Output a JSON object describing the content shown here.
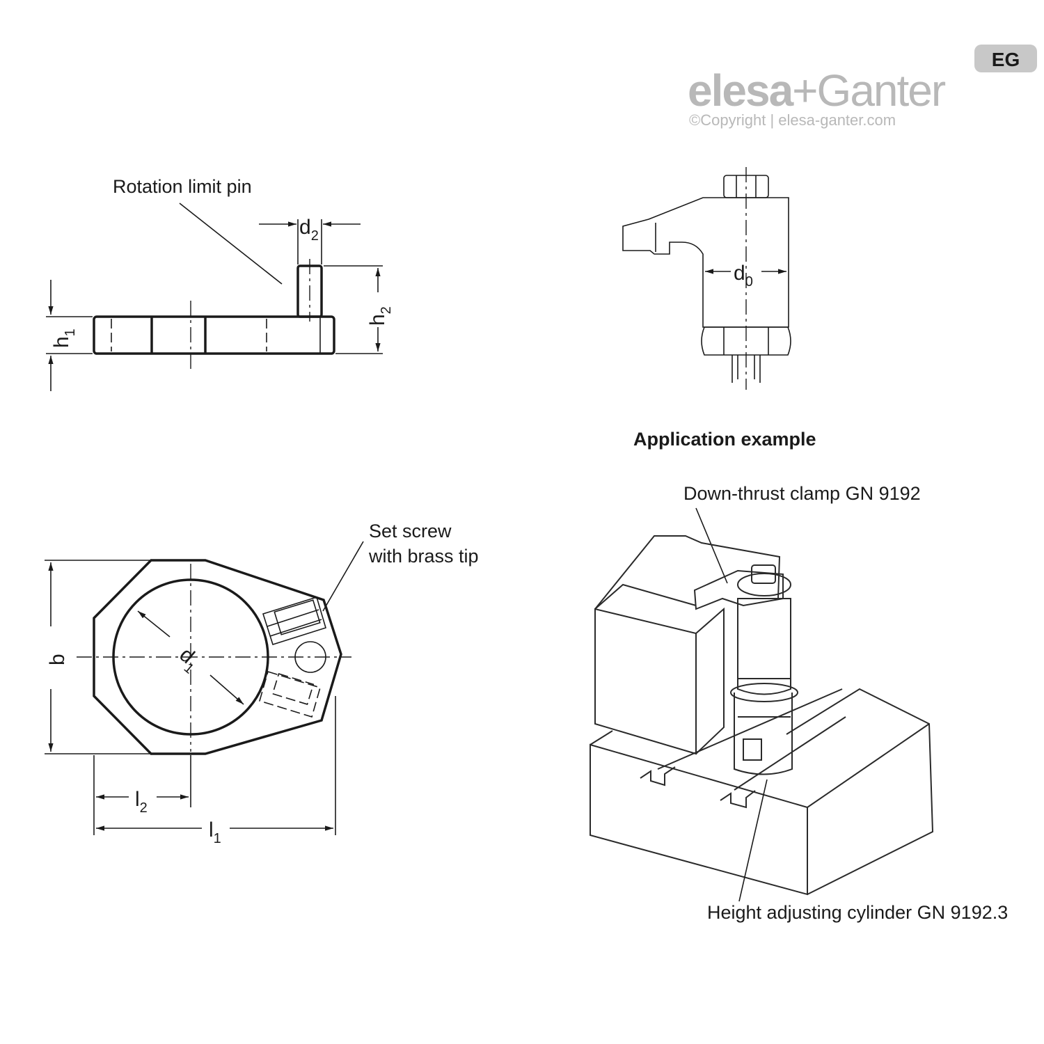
{
  "logo": {
    "wordmark_left": "elesa",
    "wordmark_plus": "+",
    "wordmark_right": "Ganter",
    "badge": "EG",
    "copyright": "©Copyright | elesa-ganter.com",
    "color": "#b8b8b8"
  },
  "side_view": {
    "pin_label": "Rotation limit pin",
    "dim_d2": "d",
    "dim_d2_sub": "2",
    "dim_h1": "h",
    "dim_h1_sub": "1",
    "dim_h2": "h",
    "dim_h2_sub": "2"
  },
  "clamp_view": {
    "dim_d0": "d",
    "dim_d0_sub": "0"
  },
  "top_view": {
    "set_screw_line1": "Set screw",
    "set_screw_line2": "with brass tip",
    "dim_b": "b",
    "dim_d1": "d",
    "dim_d1_sub": "1",
    "dim_l2": "l",
    "dim_l2_sub": "2",
    "dim_l1": "l",
    "dim_l1_sub": "1"
  },
  "application": {
    "title": "Application example",
    "clamp_label": "Down-thrust clamp GN 9192",
    "cylinder_label": "Height adjusting cylinder GN 9192.3"
  }
}
